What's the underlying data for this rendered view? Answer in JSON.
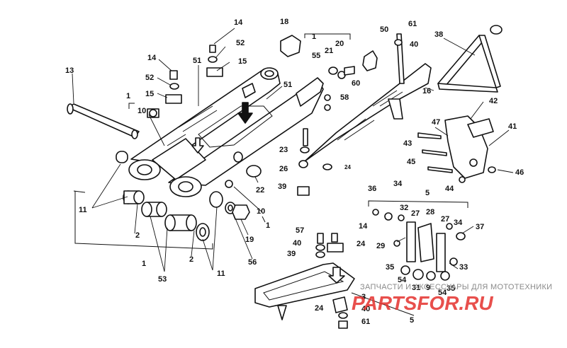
{
  "labels": {
    "p1": "1",
    "p2": "2",
    "p3": "3",
    "p5": "5",
    "p9": "9",
    "p10": "10",
    "p11": "11",
    "p13": "13",
    "p14": "14",
    "p15": "15",
    "p16": "16",
    "p18": "18",
    "p19": "19",
    "p20": "20",
    "p21": "21",
    "p22": "22",
    "p23": "23",
    "p24": "24",
    "p26": "26",
    "p27": "27",
    "p28": "28",
    "p29": "29",
    "p31": "31",
    "p32": "32",
    "p33": "33",
    "p34": "34",
    "p35": "35",
    "p36": "36",
    "p37": "37",
    "p38": "38",
    "p39": "39",
    "p40": "40",
    "p41": "41",
    "p42": "42",
    "p43": "43",
    "p44": "44",
    "p45": "45",
    "p46": "46",
    "p47": "47",
    "p50": "50",
    "p51": "51",
    "p52": "52",
    "p53": "53",
    "p54": "54",
    "p55": "55",
    "p56": "56",
    "p57": "57",
    "p58": "58",
    "p60": "60",
    "p61": "61"
  },
  "watermark": {
    "text": "ЗАПЧАСТИ И АКСЕССУАРЫ ДЛЯ МОТОТЕХНИКИ",
    "logo": "PARTSFOR.RU",
    "logo_color": "#e4312d"
  }
}
